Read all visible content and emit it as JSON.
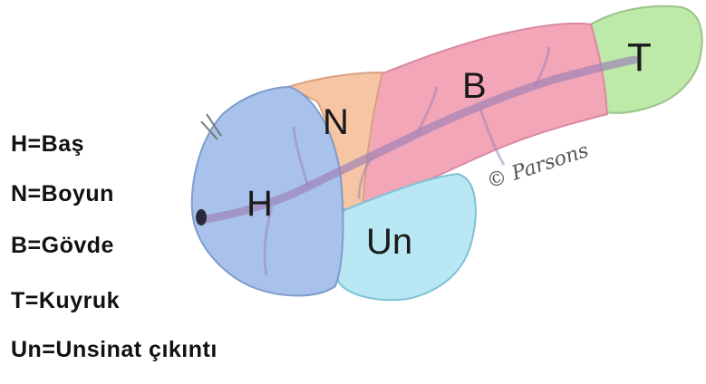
{
  "diagram": {
    "regions": [
      {
        "id": "head",
        "label": "H",
        "color": "#a9c2ec"
      },
      {
        "id": "neck",
        "label": "N",
        "color": "#f6c6a4"
      },
      {
        "id": "body",
        "label": "B",
        "color": "#f3a6b8"
      },
      {
        "id": "tail",
        "label": "T",
        "color": "#bde9a9"
      },
      {
        "id": "uncinate",
        "label": "Un",
        "color": "#b9e8f4"
      }
    ],
    "duct_color": "#9b7fb5",
    "signature": "© Parsons"
  },
  "legend": [
    {
      "text": "H=Baş"
    },
    {
      "text": "N=Boyun"
    },
    {
      "text": "B=Gövde"
    },
    {
      "text": "T=Kuyruk"
    },
    {
      "text": "Un=Unsinat çıkıntı"
    }
  ]
}
